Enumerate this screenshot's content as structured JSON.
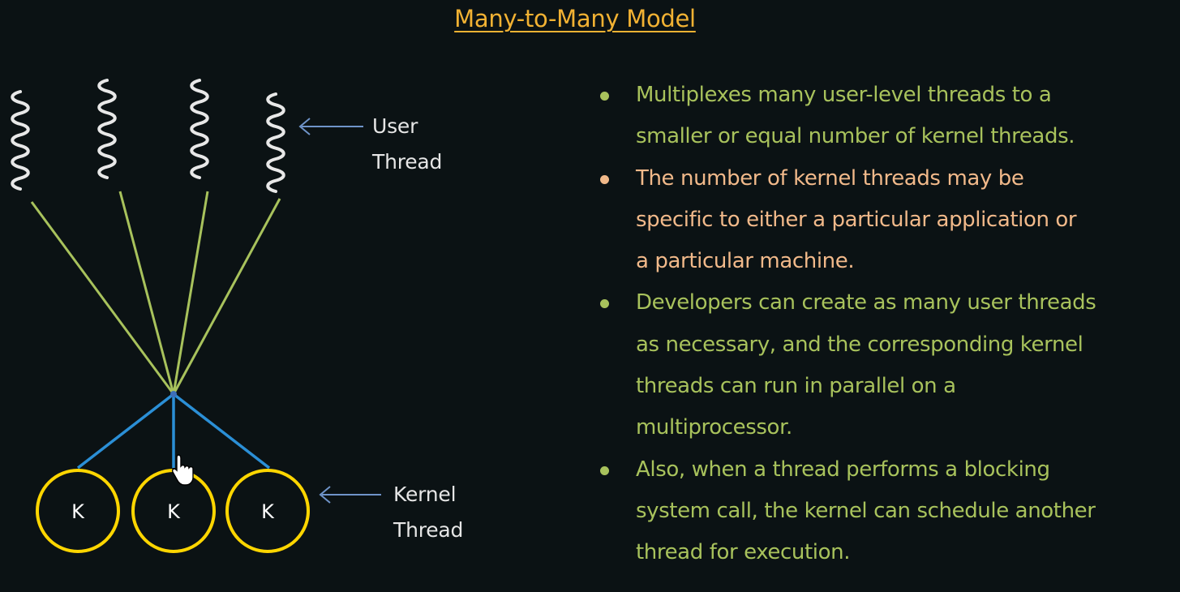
{
  "title": "Many-to-Many Model",
  "diagram": {
    "user_thread_label": "User\nThread",
    "kernel_thread_label": "Kernel\nThread",
    "kernel_thread_letter": "K",
    "user_thread_count": 4,
    "kernel_thread_count": 3
  },
  "bullets": [
    {
      "text": "Multiplexes many user-level threads to a\nsmaller or equal number of kernel threads.",
      "color": "#a8c25c"
    },
    {
      "text": "The number of kernel threads may be\nspecific to either a particular application or\na particular machine.",
      "color": "#f1b98a"
    },
    {
      "text": "Developers can create as many user threads\nas necessary, and the corresponding kernel\nthreads can run in parallel on a\nmultiprocessor.",
      "color": "#a8c25c"
    },
    {
      "text": "Also, when a thread performs a blocking\nsystem call, the kernel can schedule another\nthread for execution.",
      "color": "#a8c25c"
    }
  ],
  "colors": {
    "background": "#0b1214",
    "title": "#f2b233",
    "user_thread": "#e8e8e8",
    "user_link": "#a8c25c",
    "kernel_link": "#2b8fd6",
    "kernel_circle": "#ffd600",
    "arrow": "#6f94c9",
    "label": "#e6e6e6"
  },
  "icons": {
    "cursor": "hand-pointer-icon"
  }
}
